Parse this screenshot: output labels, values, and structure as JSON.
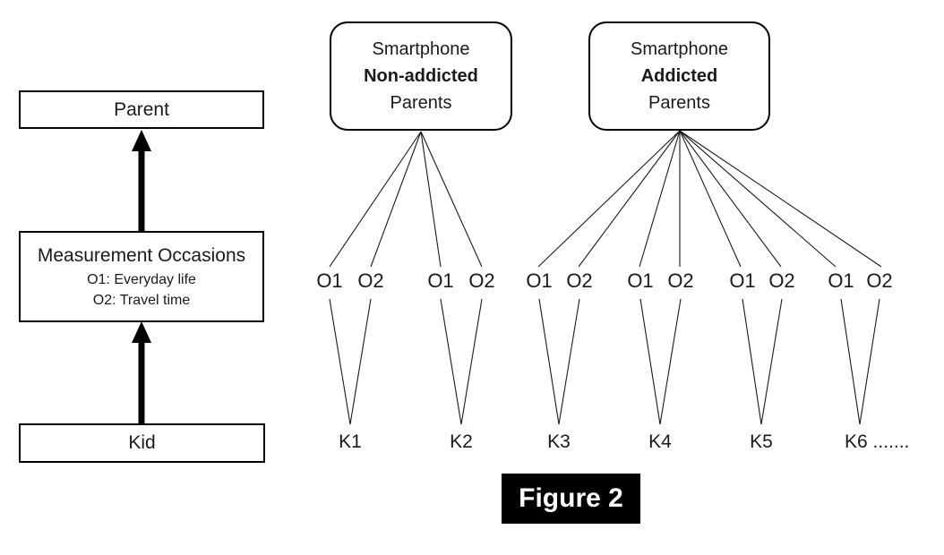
{
  "figure_label": "Figure 2",
  "left_panel": {
    "parent_box_label": "Parent",
    "measurement_box": {
      "title": "Measurement Occasions",
      "occasion1": "O1: Everyday life",
      "occasion2": "O2: Travel time"
    },
    "kid_box_label": "Kid"
  },
  "groups": {
    "non_addicted": {
      "line1": "Smartphone",
      "line2": "Non-addicted",
      "line3": "Parents"
    },
    "addicted": {
      "line1": "Smartphone",
      "line2": "Addicted",
      "line3": "Parents"
    }
  },
  "occasion_labels": [
    "O1",
    "O2",
    "O1",
    "O2",
    "O1",
    "O2",
    "O1",
    "O2",
    "O1",
    "O2",
    "O1",
    "O2"
  ],
  "kid_labels": [
    "K1",
    "K2",
    "K3",
    "K4",
    "K5",
    "K6 ......."
  ],
  "colors": {
    "line": "#1a1a1a",
    "arrow": "#000000",
    "figure_bg": "#000000",
    "figure_text": "#ffffff"
  }
}
